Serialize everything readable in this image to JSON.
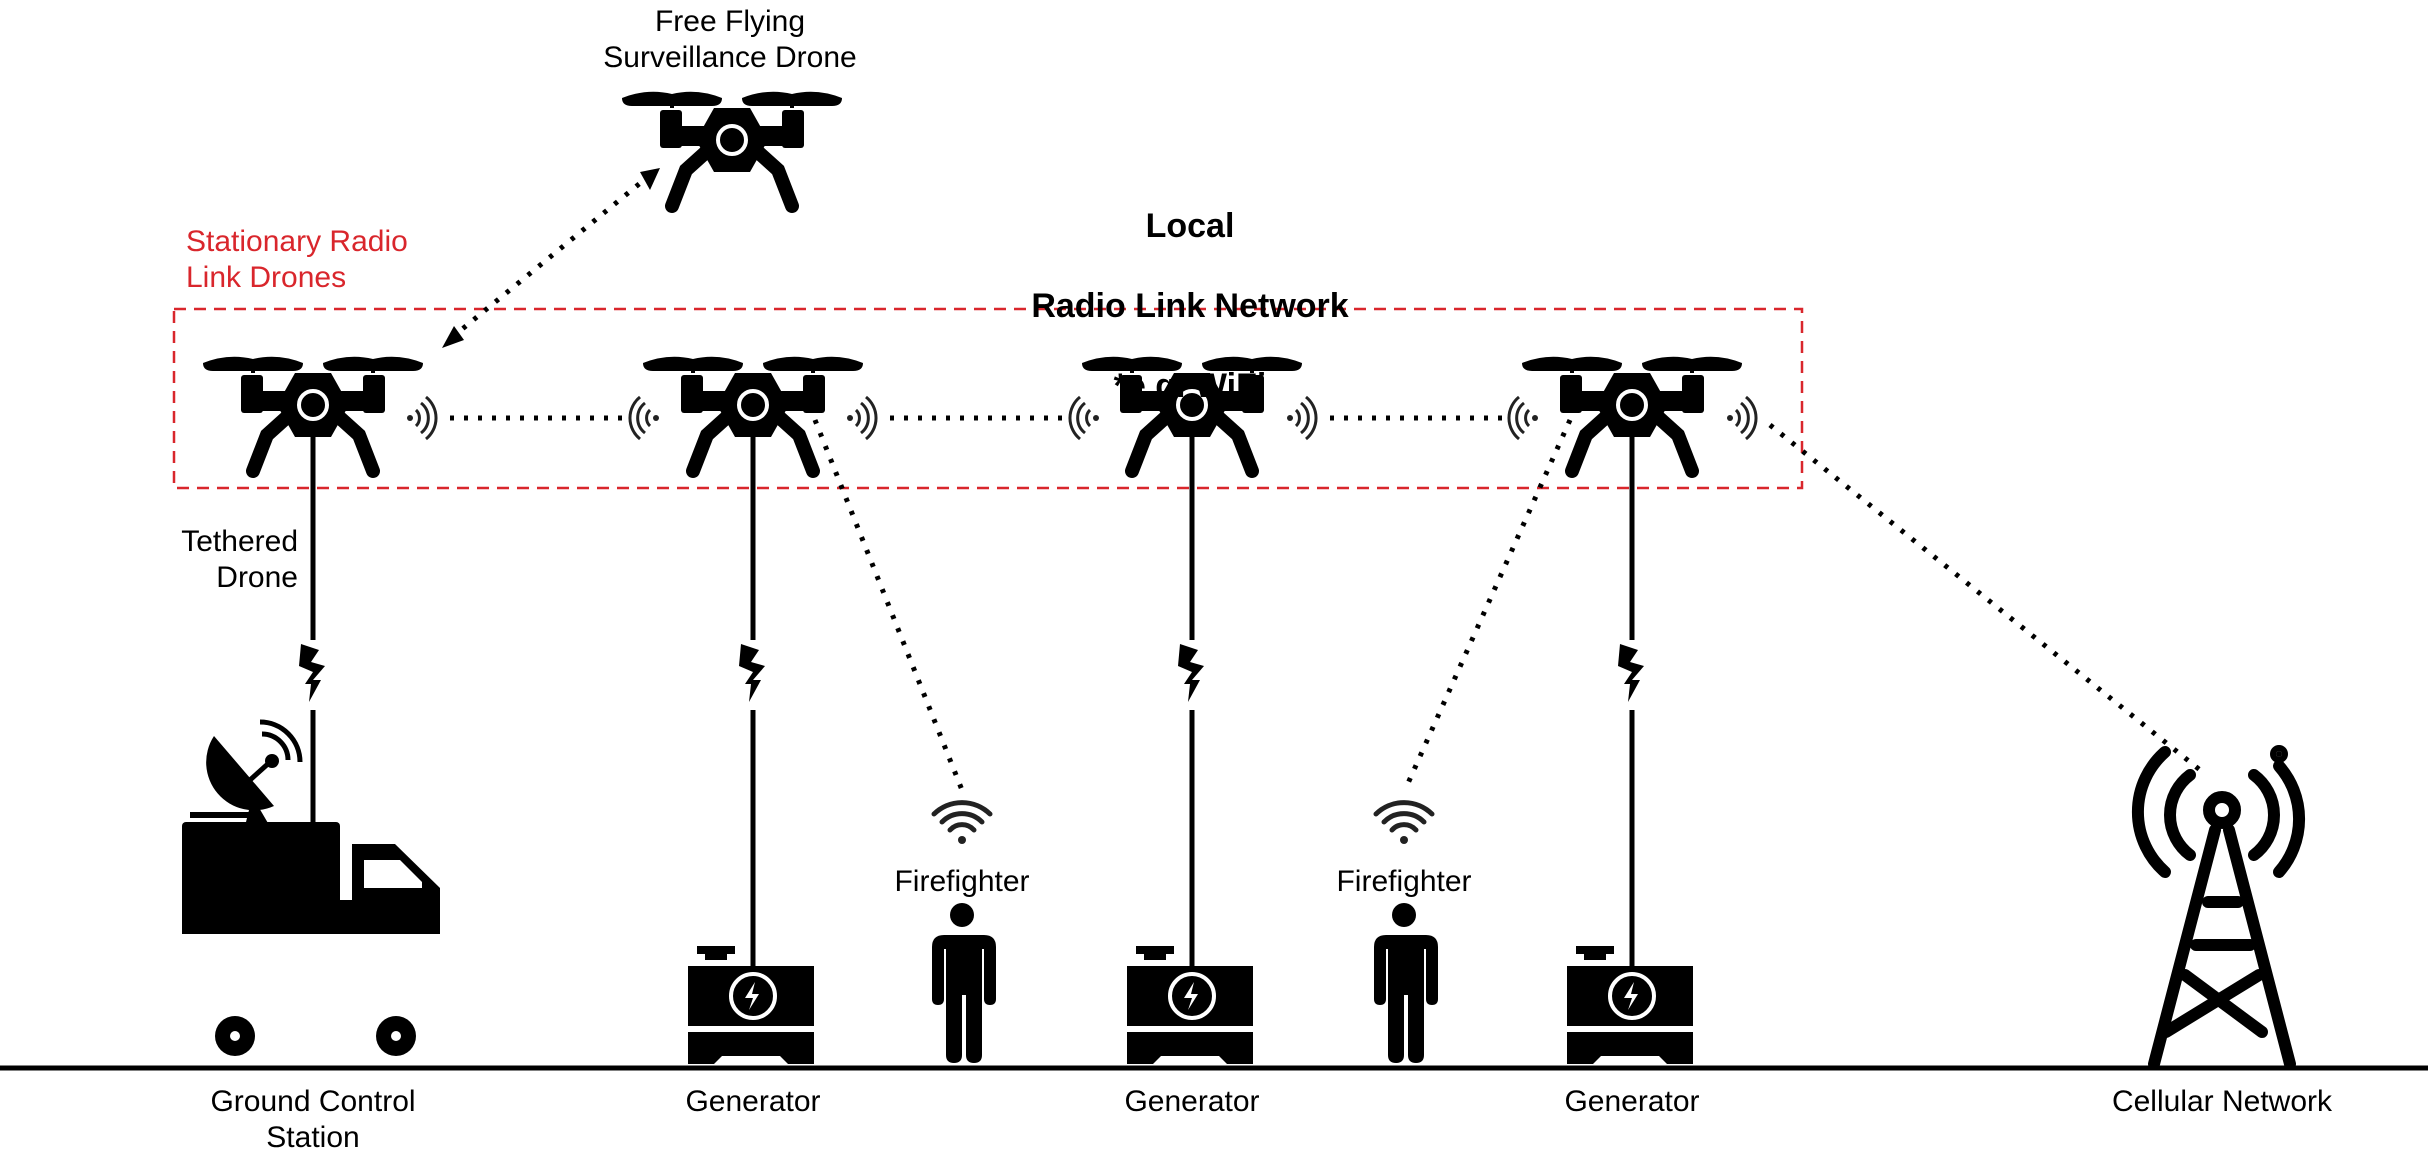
{
  "title": {
    "line1": "Local",
    "line2": "Radio Link Network",
    "line3": "*e.g. WiFi"
  },
  "labels": {
    "free_drone": "Free Flying\nSurveillance Drone",
    "stationary_group": "Stationary Radio\nLink Drones",
    "tethered_drone": "Tethered\nDrone",
    "ground_station": "Ground Control\nStation",
    "generator_1": "Generator",
    "generator_2": "Generator",
    "generator_3": "Generator",
    "firefighter_1": "Firefighter",
    "firefighter_2": "Firefighter",
    "cellular": "Cellular Network"
  },
  "colors": {
    "accent_red": "#d9262c",
    "ink": "#000000"
  }
}
